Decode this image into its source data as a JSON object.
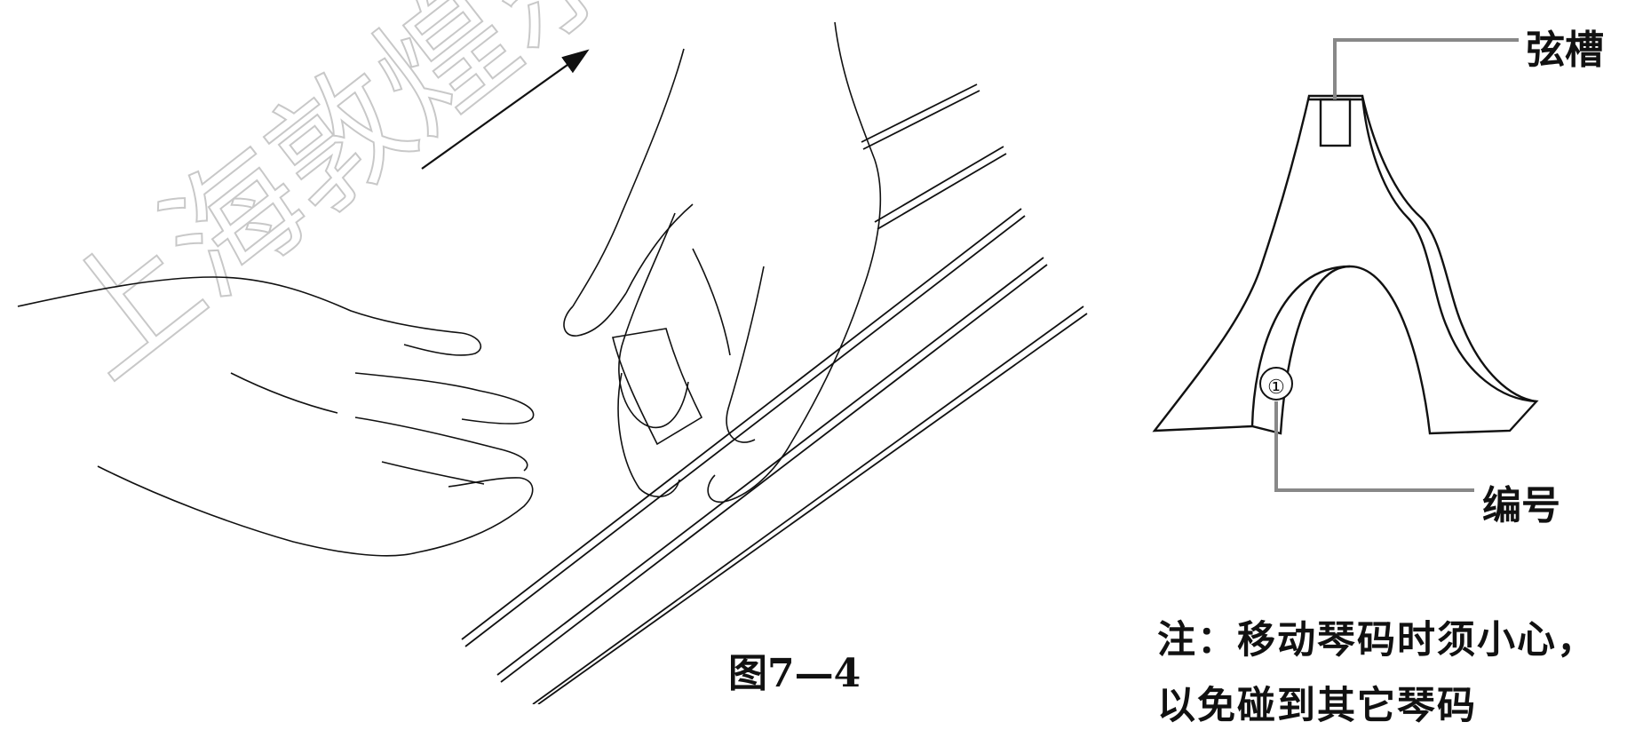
{
  "figure": {
    "caption": "图7—4"
  },
  "bridge_labels": {
    "string_groove": "弦槽",
    "number": "编号",
    "number_mark": "①"
  },
  "note": {
    "line1": "注：移动琴码时须小心，",
    "line2": "以免碰到其它琴码"
  },
  "watermark": {
    "text": "上海敦煌乐器有限公司版权所有"
  },
  "colors": {
    "line": "#111111",
    "leader": "#888888",
    "watermark": "#cfcfcf"
  }
}
